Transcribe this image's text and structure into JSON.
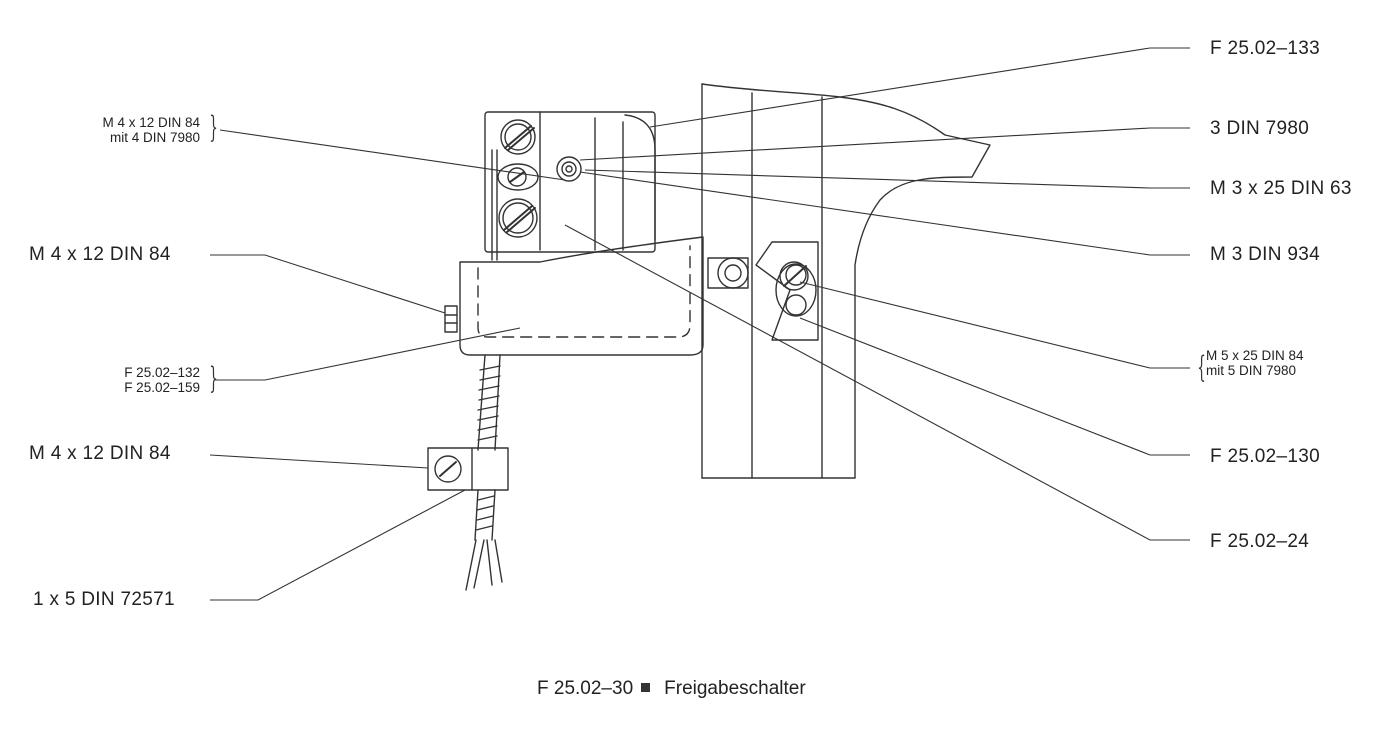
{
  "labels": {
    "left_top_1": "M 4 x 12 DIN 84",
    "left_top_2": "mit 4 DIN 7980",
    "left_mid": "M 4 x 12 DIN 84",
    "left_part_1": "F 25.02–132",
    "left_part_2": "F 25.02–159",
    "left_low": "M 4 x 12 DIN 84",
    "left_bottom": "1 x 5 DIN 72571",
    "right_1": "F 25.02–133",
    "right_2": "3 DIN 7980",
    "right_3": "M 3 x 25 DIN 63",
    "right_4": "M 3 DIN 934",
    "right_5a": "M 5 x 25 DIN 84",
    "right_5b": "mit 5 DIN 7980",
    "right_6": "F 25.02–130",
    "right_7": "F 25.02–24"
  },
  "caption": {
    "code": "F 25.02–30",
    "title": "Freigabeschalter"
  }
}
